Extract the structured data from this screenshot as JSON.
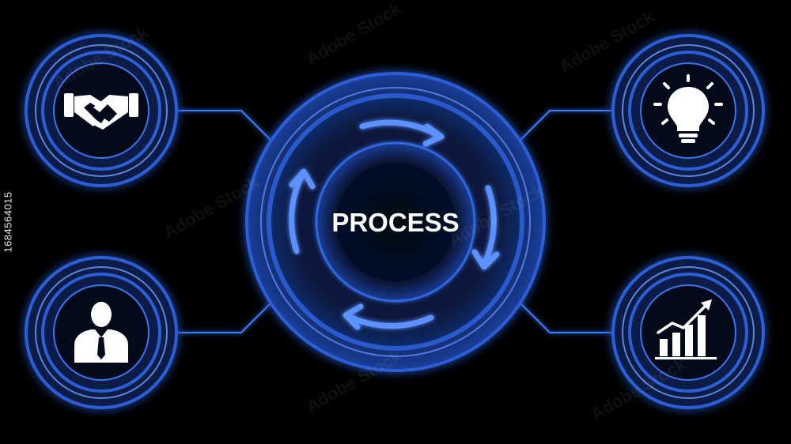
{
  "center": {
    "label": "PROCESS"
  },
  "nodes": [
    {
      "id": "partnership",
      "icon": "handshake-icon"
    },
    {
      "id": "idea",
      "icon": "lightbulb-icon"
    },
    {
      "id": "person",
      "icon": "businessman-icon"
    },
    {
      "id": "growth",
      "icon": "growth-chart-icon"
    }
  ],
  "stock_id": "1684564015",
  "watermark": "Adobe Stock",
  "colors": {
    "background": "#000000",
    "ring": "#2a5fd8",
    "ring_light": "#6fa0ff",
    "disc": "#0a1a3c",
    "glow": "#4a86ff",
    "icon": "#ffffff"
  }
}
